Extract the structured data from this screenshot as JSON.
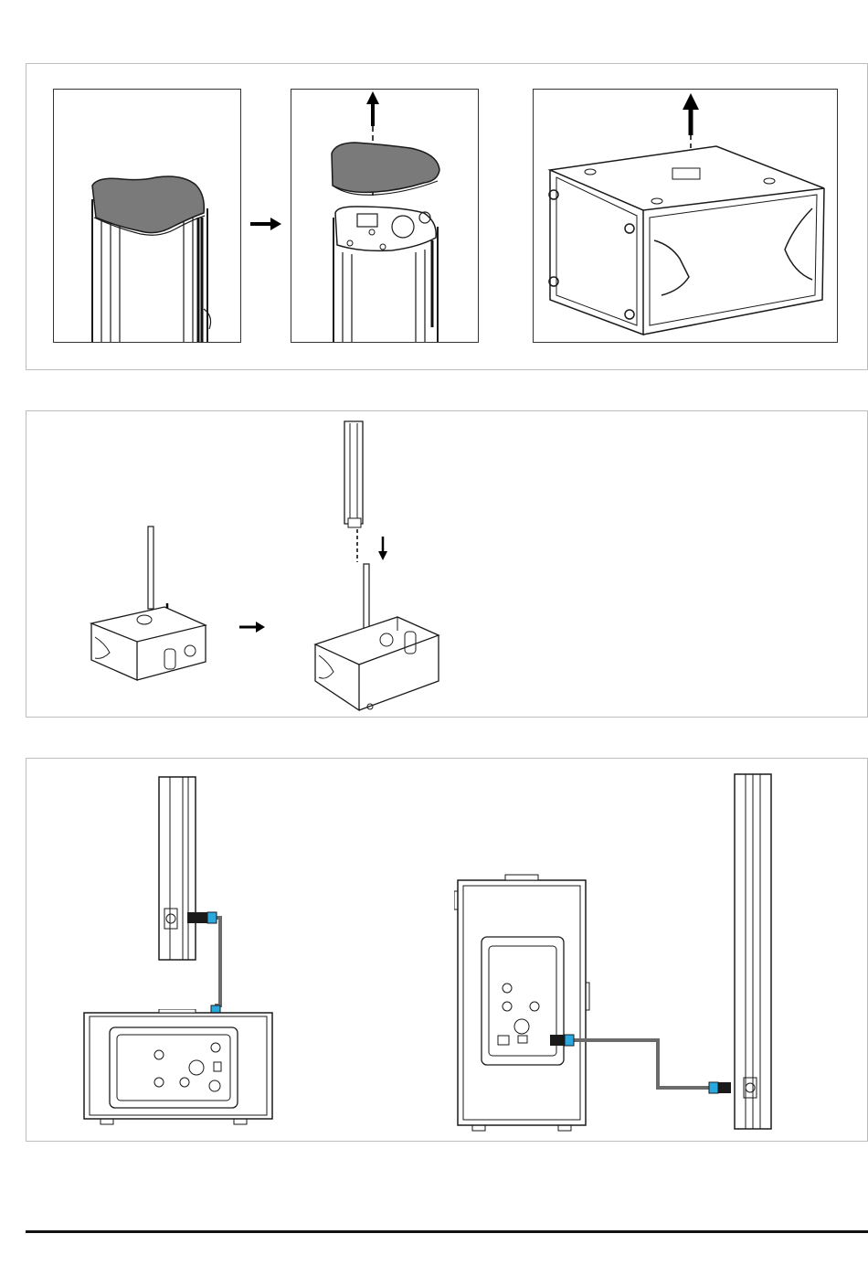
{
  "page": {
    "description_text": "",
    "colors": {
      "line": "#1a1a1a",
      "cover_fill": "#7a7a7a",
      "cable": "#6b6b6b",
      "connector_accent": "#29a9e0",
      "panel_border": "#bdbdbd"
    }
  },
  "panels": [
    {
      "id": "step-1",
      "icons": [
        "top-cover-removal-column",
        "arrow-right-icon",
        "top-cover-lifted-column",
        "arrow-up-icon",
        "subwoofer-top-cover-removal"
      ]
    },
    {
      "id": "step-2",
      "icons": [
        "pole-insert-subwoofer",
        "arrow-down-icon",
        "arrow-right-icon",
        "column-mount-on-pole",
        "arrow-down-icon"
      ]
    },
    {
      "id": "step-3",
      "icons": [
        "column-speaker-cable-connection",
        "subwoofer-rear-panel",
        "cable-icon",
        "upright-subwoofer-rear-panel",
        "tall-column-speaker"
      ]
    }
  ]
}
